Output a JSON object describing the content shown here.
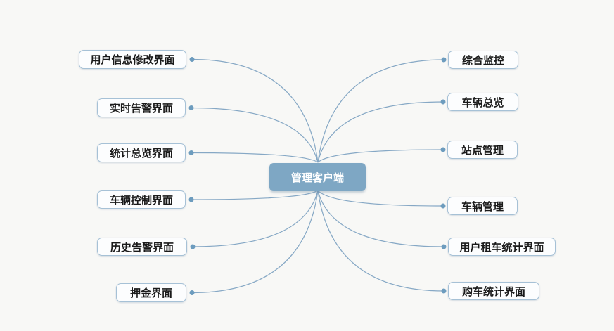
{
  "diagram": {
    "root": {
      "id": "root",
      "label": "管理客户端"
    },
    "left_nodes": [
      {
        "id": "user-info-edit-screen",
        "label": "用户信息修改界面"
      },
      {
        "id": "realtime-alarm-screen",
        "label": "实时告警界面"
      },
      {
        "id": "stats-overview-screen",
        "label": "统计总览界面"
      },
      {
        "id": "vehicle-control-screen",
        "label": "车辆控制界面"
      },
      {
        "id": "history-alarm-screen",
        "label": "历史告警界面"
      },
      {
        "id": "deposit-screen",
        "label": "押金界面"
      }
    ],
    "right_nodes": [
      {
        "id": "integrated-monitoring",
        "label": "综合监控"
      },
      {
        "id": "vehicle-overview",
        "label": "车辆总览"
      },
      {
        "id": "station-management",
        "label": "站点管理"
      },
      {
        "id": "vehicle-management",
        "label": "车辆管理"
      },
      {
        "id": "user-rental-stats-screen",
        "label": "用户租车统计界面"
      },
      {
        "id": "purchase-stats-screen",
        "label": "购车统计界面"
      }
    ]
  },
  "colors": {
    "background": "#f8f8f6",
    "line": "#86a8c5",
    "dot": "#6d9cbe",
    "leaf_fill": "#fcfdfe",
    "leaf_border": "#a6c1d6",
    "leaf_text": "#1a1a1a",
    "root_fill": "#7ea7c4",
    "root_text": "#ffffff"
  }
}
